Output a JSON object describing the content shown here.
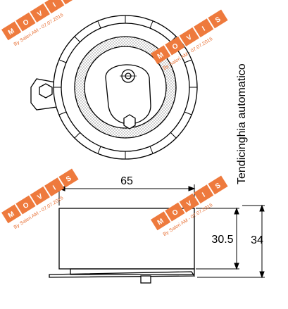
{
  "side_label": "Tendicinghia automatico",
  "dimensions": {
    "width": "65",
    "height_inner": "30.5",
    "height_outer": "34"
  },
  "watermark": {
    "letters": [
      "M",
      "O",
      "V",
      "I",
      "S"
    ],
    "credit": "By Saleri AM - 07.07.2016",
    "color": "#ee7a3d"
  }
}
